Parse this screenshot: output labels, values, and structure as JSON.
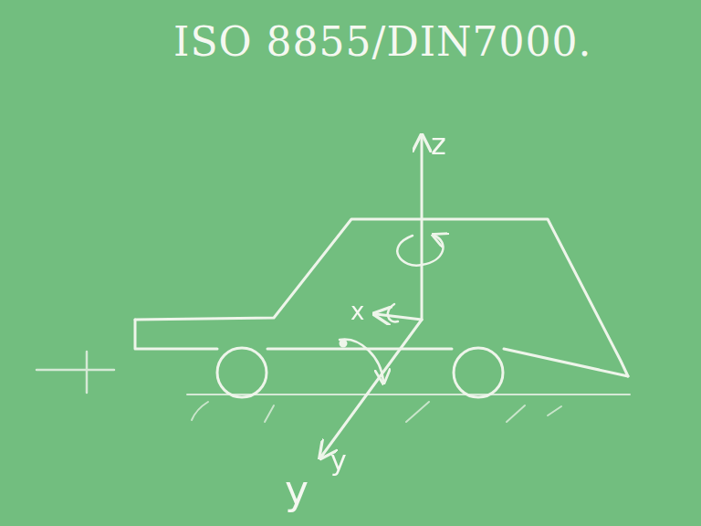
{
  "diagram": {
    "title": "ISO 8855/DIN7000.",
    "labels": [
      "z",
      "x",
      "y",
      "y"
    ]
  }
}
